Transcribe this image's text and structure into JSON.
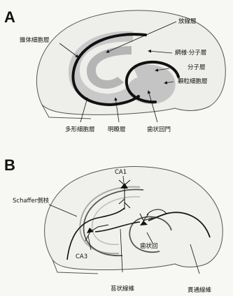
{
  "panel_a": {
    "letter": "A",
    "labels": {
      "stratum_radiatum": "放線層",
      "pyramidal_layer": "錐体細胞層",
      "lacunosum_moleculare": "網様·分子層",
      "molecular_layer": "分子層",
      "granule_layer": "顆粒細胞層",
      "polymorphic_layer": "多形細胞層",
      "stratum_lucidum": "明瞭層",
      "dentate_hilus": "歯状回門"
    }
  },
  "panel_b": {
    "letter": "B",
    "labels": {
      "ca1": "CA1",
      "schaffer": "Schaffer側枝",
      "dentate_gyrus": "歯状回",
      "ca3": "CA3",
      "mossy_fibers": "苔状線維",
      "perforant_path": "貫通線維"
    }
  },
  "colors": {
    "ink": "#111111",
    "fill_light": "#c9c9c9",
    "fill_dark": "#a8a8a8",
    "background": "#f7f7f4"
  }
}
